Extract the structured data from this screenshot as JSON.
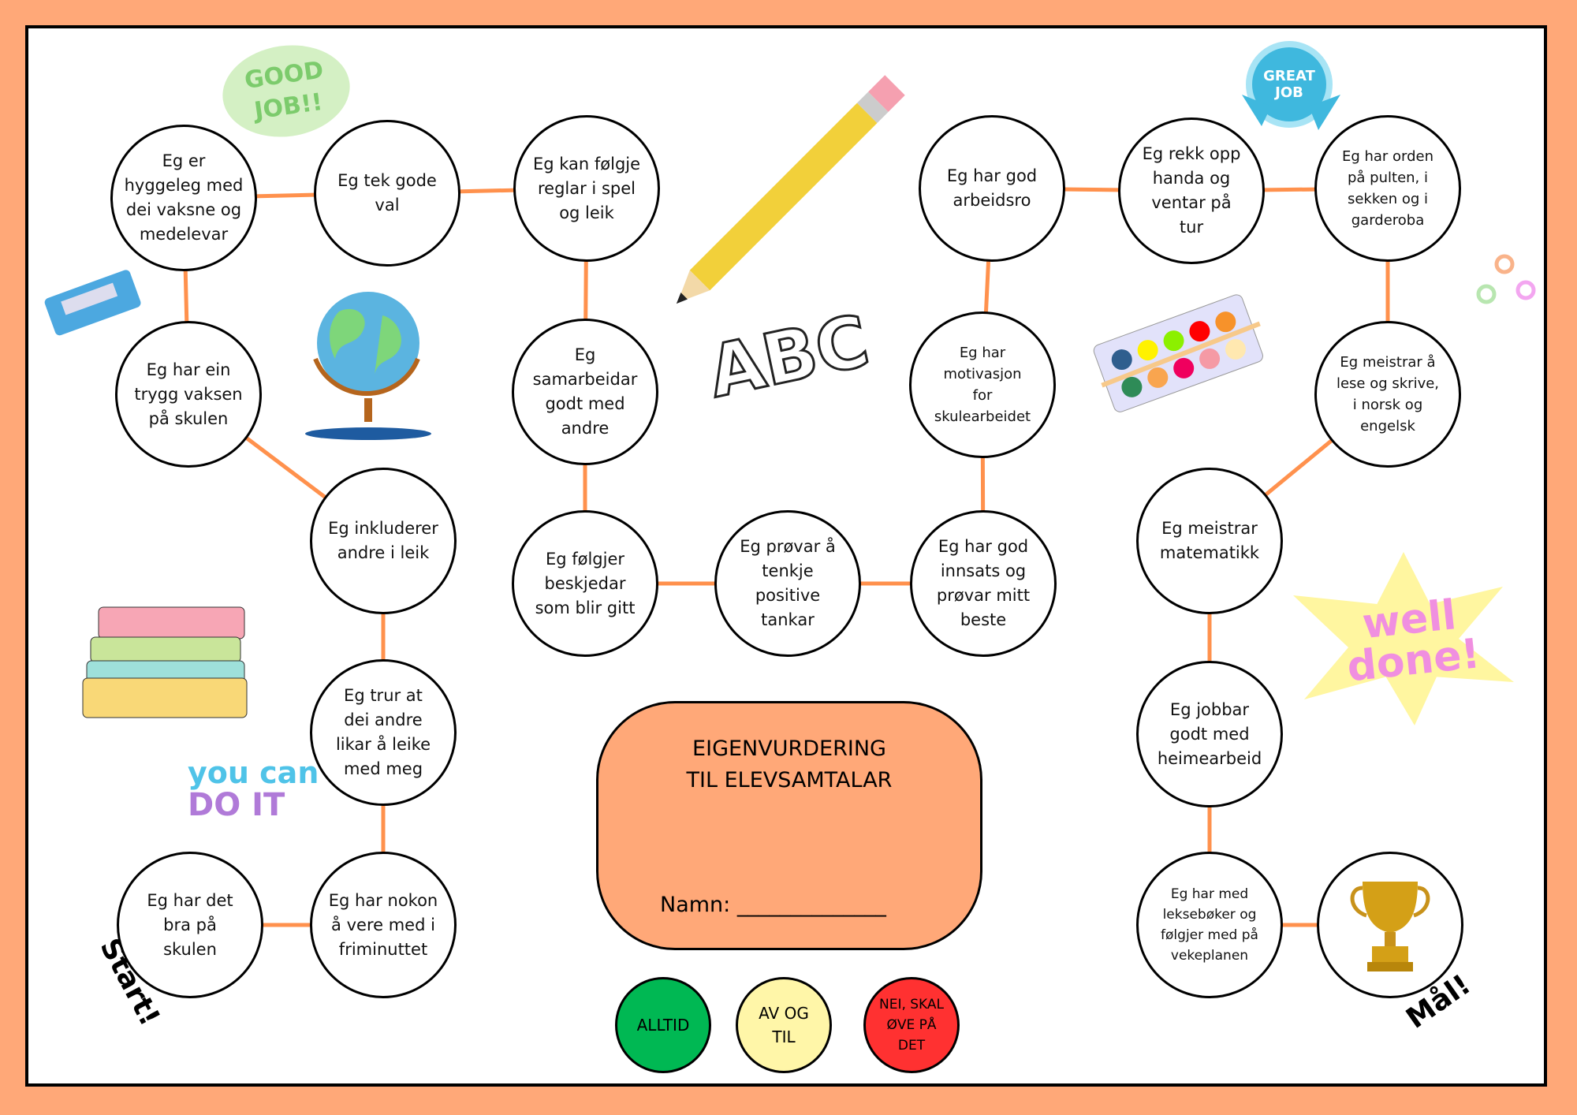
{
  "nodes": [
    "Eg har det\nbra på\nskulen",
    "Eg har nokon\nå vere med i\nfriminuttet",
    "Eg trur at\ndei andre\nlikar å leike\nmed meg",
    "Eg inkluderer\nandre i leik",
    "Eg har ein\ntrygg vaksen\npå skulen",
    "Eg er\nhyggeleg med\ndei vaksne og\nmedelevar",
    "Eg tek gode\nval",
    "Eg kan følgje\nreglar i spel\nog leik",
    "Eg\nsamarbeidar\ngodt med\nandre",
    "Eg følgjer\nbeskjedar\nsom blir gitt",
    "Eg prøvar å\ntenkje\npositive\ntankar",
    "Eg har god\ninnsats og\nprøvar mitt\nbeste",
    "Eg har\nmotivasjon\nfor\nskulearbeidet",
    "Eg har god\narbeidsro",
    "Eg rekk opp\nhanda og\nventar på\ntur",
    "Eg har orden\npå pulten, i\nsekken og i\ngarderoba",
    "Eg meistrar å\nlese og skrive,\ni norsk og\nengelsk",
    "Eg meistrar\nmatematikk",
    "Eg jobbar\ngodt med\nheimearbeid",
    "Eg har med\nleksebøker og\nfølgjer med på\nvekeplanen"
  ],
  "center": {
    "title": "EIGENVURDERING\nTIL ELEVSAMTALAR",
    "name_label": "Namn: ______________"
  },
  "legend": [
    {
      "label": "ALLTID",
      "color": "#00B853"
    },
    {
      "label": "AV OG\nTIL",
      "color": "#FFF6A8"
    },
    {
      "label": "NEI, SKAL\nØVE PÅ\nDET",
      "color": "#FF3131"
    }
  ],
  "start_label": "Start!",
  "goal_label": "Mål!",
  "stickers": {
    "good_job": "GOOD JOB!!",
    "great_job": "GREAT JOB",
    "abc": "ABC",
    "well_done": "well done!",
    "you_can": "you can",
    "do_it": "DO IT"
  },
  "colors": {
    "background": "#FFA878",
    "connector": "#FF914D"
  }
}
